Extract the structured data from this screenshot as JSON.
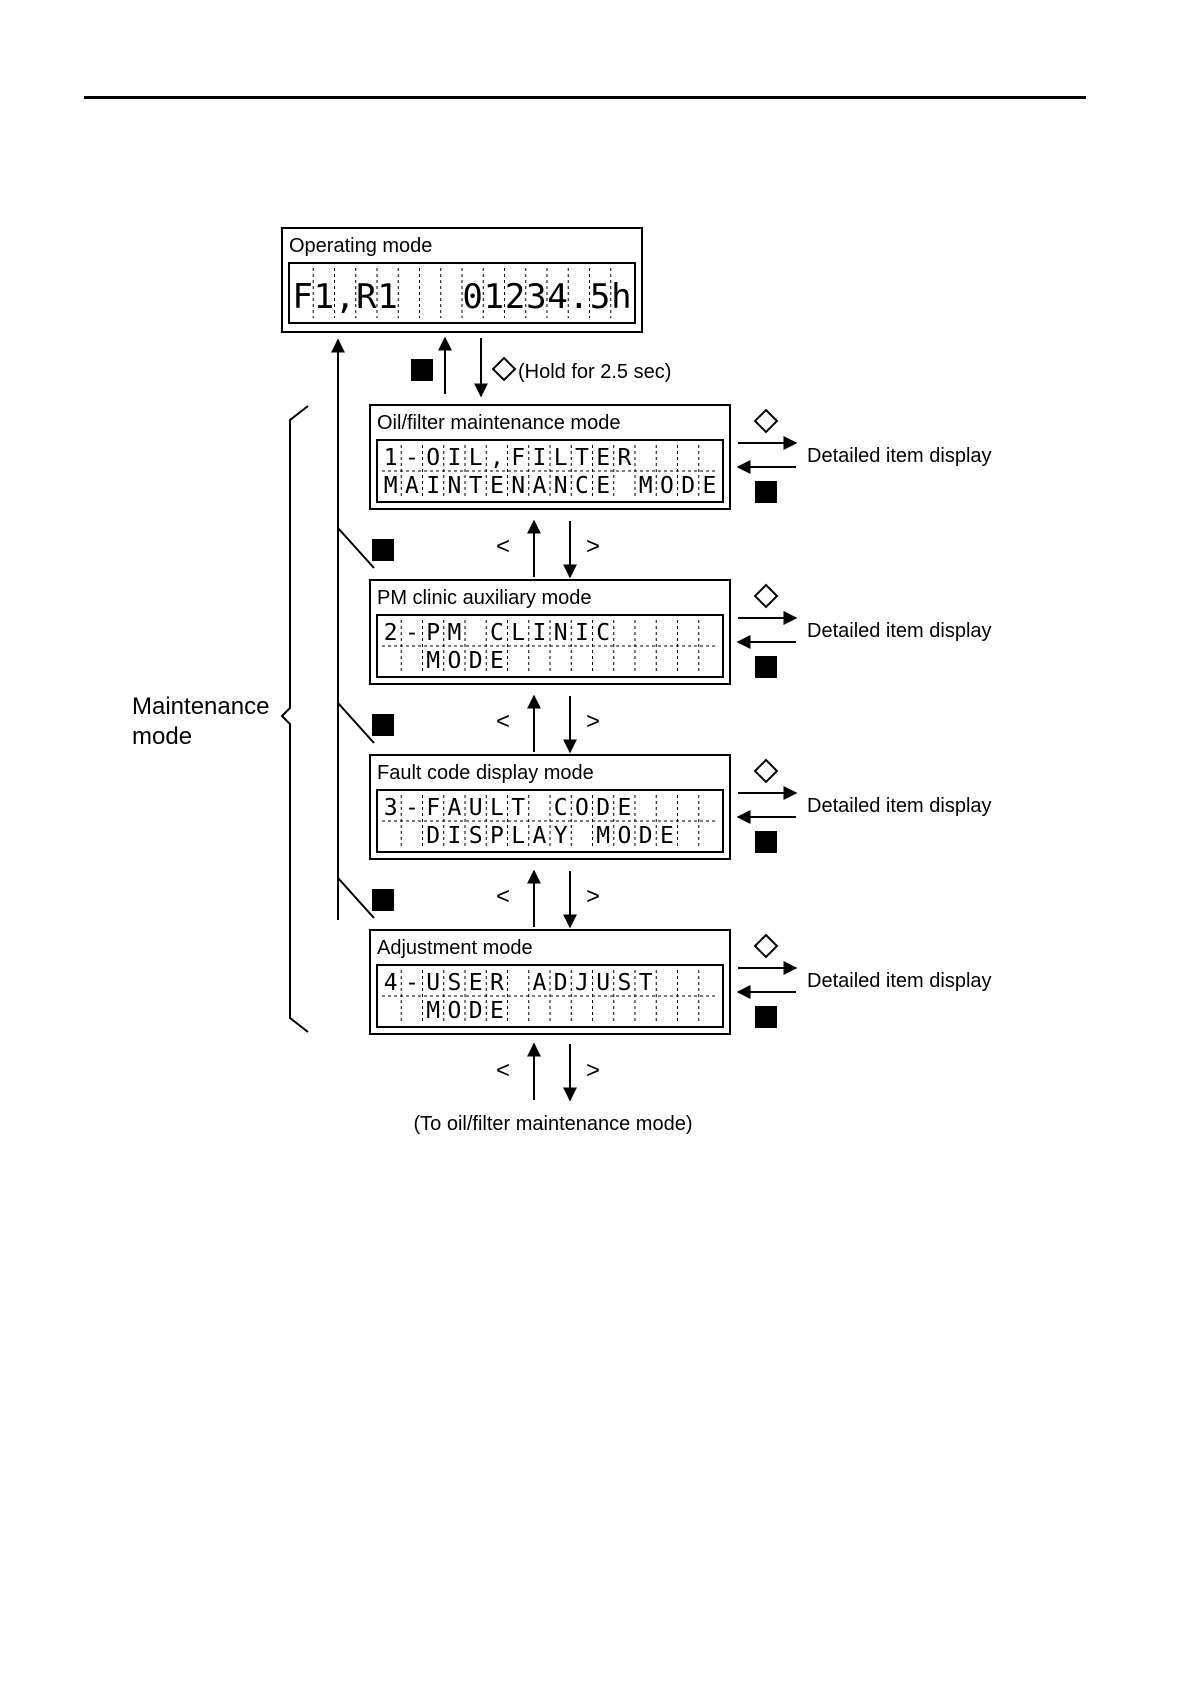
{
  "operating": {
    "title": "Operating mode",
    "display": [
      "F",
      "1",
      ",",
      "R",
      "1",
      "",
      "",
      "",
      "0",
      "1",
      "2",
      "3",
      "4",
      ".",
      "5",
      "h"
    ],
    "hold_label": "(Hold for 2.5 sec)"
  },
  "maintenance": {
    "label_line1": "Maintenance",
    "label_line2": "mode",
    "modes": [
      {
        "title": "Oil/filter maintenance mode",
        "row1": [
          "1",
          "-",
          "O",
          "I",
          "L",
          ",",
          "F",
          "I",
          "L",
          "T",
          "E",
          "R",
          "",
          "",
          "",
          ""
        ],
        "row2": [
          "M",
          "A",
          "I",
          "N",
          "T",
          "E",
          "N",
          "A",
          "N",
          "C",
          "E",
          "",
          "M",
          "O",
          "D",
          "E"
        ],
        "detail_label": "Detailed item display"
      },
      {
        "title": "PM clinic auxiliary mode",
        "row1": [
          "2",
          "-",
          "P",
          "M",
          "",
          "C",
          "L",
          "I",
          "N",
          "I",
          "C",
          "",
          "",
          "",
          "",
          ""
        ],
        "row2": [
          "",
          "",
          "M",
          "O",
          "D",
          "E",
          "",
          "",
          "",
          "",
          "",
          "",
          "",
          "",
          "",
          ""
        ],
        "detail_label": "Detailed item display"
      },
      {
        "title": "Fault code display mode",
        "row1": [
          "3",
          "-",
          "F",
          "A",
          "U",
          "L",
          "T",
          "",
          "C",
          "O",
          "D",
          "E",
          "",
          "",
          "",
          ""
        ],
        "row2": [
          "",
          "",
          "D",
          "I",
          "S",
          "P",
          "L",
          "A",
          "Y",
          "",
          "M",
          "O",
          "D",
          "E",
          "",
          ""
        ],
        "detail_label": "Detailed item display"
      },
      {
        "title": "Adjustment mode",
        "row1": [
          "4",
          "-",
          "U",
          "S",
          "E",
          "R",
          "",
          "A",
          "D",
          "J",
          "U",
          "S",
          "T",
          "",
          "",
          ""
        ],
        "row2": [
          "",
          "",
          "M",
          "O",
          "D",
          "E",
          "",
          "",
          "",
          "",
          "",
          "",
          "",
          "",
          "",
          ""
        ],
        "detail_label": "Detailed item display"
      }
    ]
  },
  "footer_label": "(To oil/filter maintenance mode)",
  "symbols": {
    "left": "<",
    "right": ">"
  }
}
